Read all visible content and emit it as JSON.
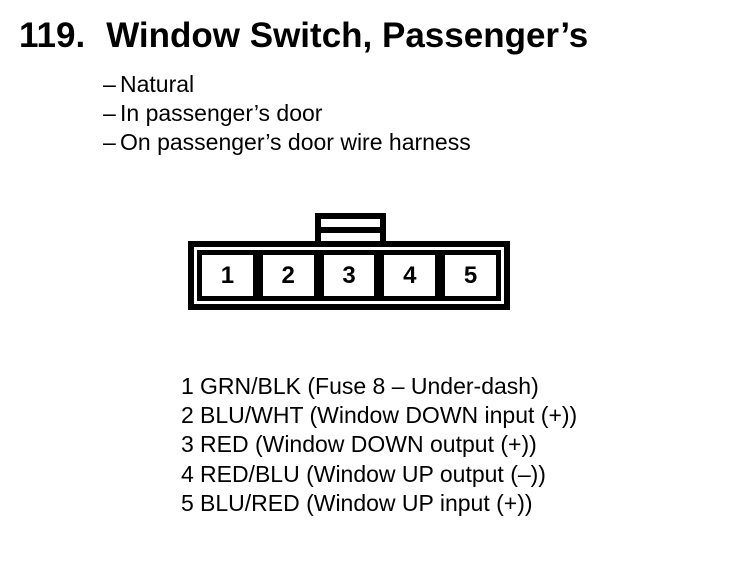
{
  "page": {
    "background": "#ffffff",
    "text_color": "#000000"
  },
  "heading": {
    "number": "119.",
    "title": "Window Switch, Passenger’s"
  },
  "bullet_char": "–",
  "details": [
    "Natural",
    "In passenger’s door",
    "On passenger’s door wire harness"
  ],
  "connector": {
    "pins": [
      "1",
      "2",
      "3",
      "4",
      "5"
    ],
    "latch_position": "above pin 3"
  },
  "pinout": [
    {
      "pin": "1",
      "desc": "GRN/BLK (Fuse 8 – Under-dash)"
    },
    {
      "pin": "2",
      "desc": "BLU/WHT (Window DOWN input (+))"
    },
    {
      "pin": "3",
      "desc": "RED (Window DOWN output (+))"
    },
    {
      "pin": "4",
      "desc": "RED/BLU (Window UP output (–))"
    },
    {
      "pin": "5",
      "desc": "BLU/RED (Window UP input (+))"
    }
  ]
}
